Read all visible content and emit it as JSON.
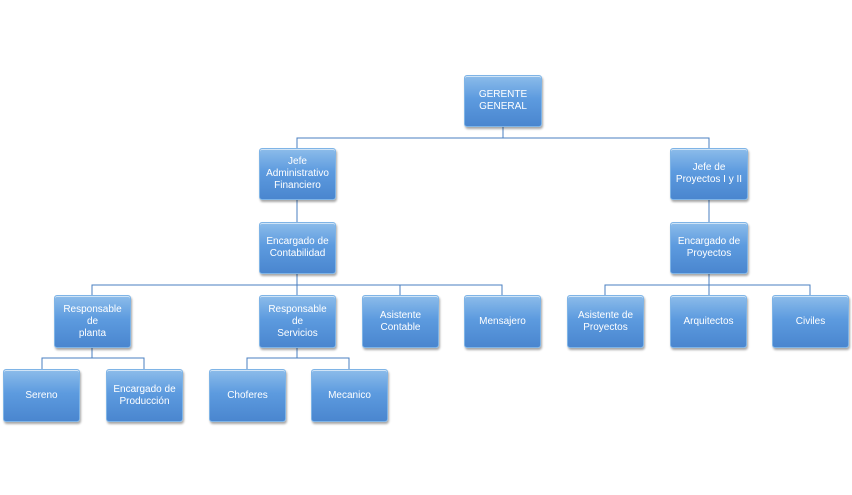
{
  "colors": {
    "node_fill": "#5b9bd5",
    "node_border": "#7fb4e6",
    "connector": "#4a7fc0",
    "text": "#ffffff"
  },
  "nodes": {
    "gerente_general": "GERENTE\nGENERAL",
    "jefe_admin": "Jefe\nAdministrativo\nFinanciero",
    "jefe_proyectos": "Jefe de\nProyectos I y II",
    "enc_contabilidad": "Encargado de\nContabilidad",
    "enc_proyectos": "Encargado de\nProyectos",
    "resp_planta": "Responsable de\nplanta",
    "resp_servicios": "Responsable de\nServicios",
    "asistente_contable": "Asistente\nContable",
    "mensajero": "Mensajero",
    "asistente_proyectos": "Asistente de\nProyectos",
    "arquitectos": "Arquitectos",
    "civiles": "Civiles",
    "sereno": "Sereno",
    "enc_produccion": "Encargado de\nProducción",
    "choferes": "Choferes",
    "mecanico": "Mecanico"
  }
}
